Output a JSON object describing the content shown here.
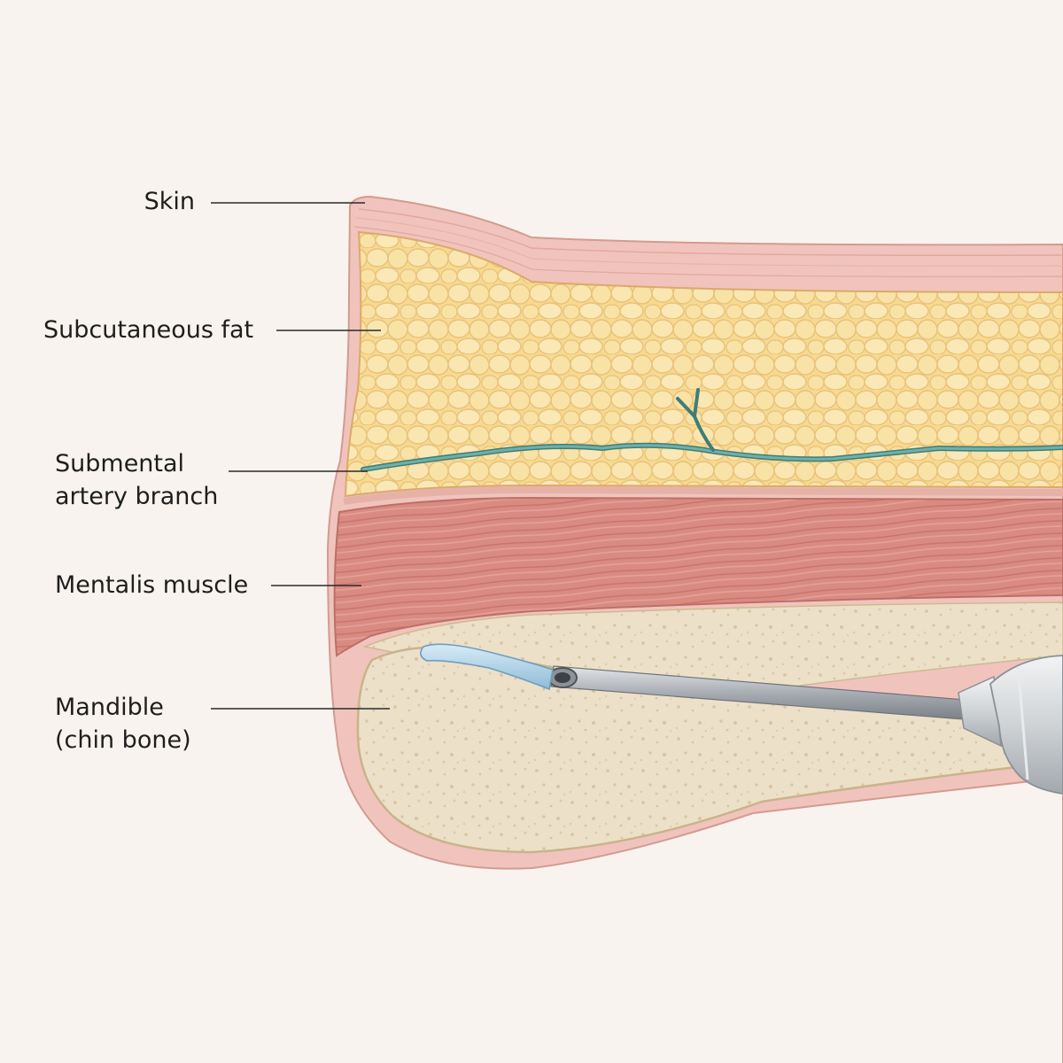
{
  "labels": {
    "skin": "Skin",
    "fat": "Subcutaneous fat",
    "artery_line1": "Submental",
    "artery_line2": "artery branch",
    "muscle": "Mentalis muscle",
    "bone_line1": "Mandible",
    "bone_line2": "(chin bone)"
  },
  "colors": {
    "background": "#f8f3ee",
    "skin": "#f0c4bc",
    "fat": "#f7d98f",
    "artery": "#5a9a94",
    "muscle": "#d98b82",
    "bone": "#ece0c8",
    "cannula_tip": "#a9cde4",
    "needle": "#b7bcc2"
  },
  "icons": {
    "instrument": "cannula-syringe-icon"
  }
}
